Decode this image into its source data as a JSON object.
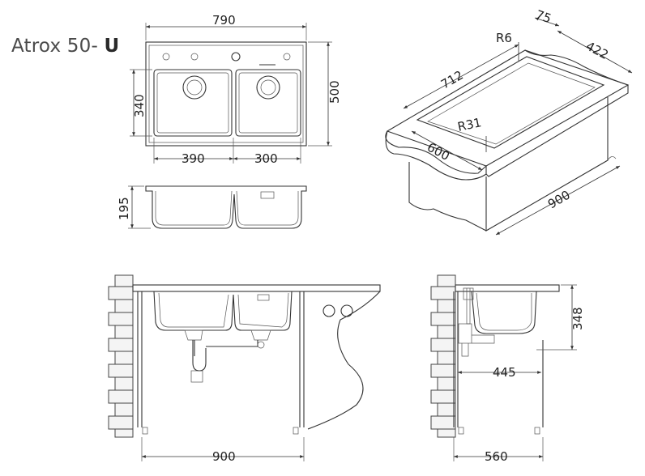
{
  "title": {
    "model": "Atrox 50-",
    "variant": "U"
  },
  "top_view": {
    "width": "790",
    "depth": "500",
    "bowl_depth": "340",
    "left_bowl": "390",
    "right_bowl": "300"
  },
  "side_view": {
    "height": "195"
  },
  "iso_view": {
    "radius_small": "R6",
    "radius_large": "R31",
    "length": "712",
    "edge": "75",
    "depth": "422",
    "front": "600",
    "cabinet": "900"
  },
  "front_install": {
    "cabinet_width": "900"
  },
  "side_install": {
    "height": "348",
    "offset": "445",
    "cabinet_depth": "560"
  }
}
